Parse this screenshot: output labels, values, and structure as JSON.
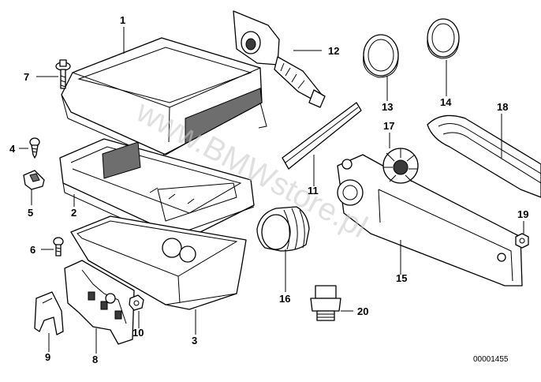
{
  "diagram": {
    "watermark": "www.BMWstore.pl",
    "drawing_code": "00001455",
    "callouts": [
      {
        "id": "c1",
        "label": "1"
      },
      {
        "id": "c2",
        "label": "2"
      },
      {
        "id": "c3",
        "label": "3"
      },
      {
        "id": "c4",
        "label": "4"
      },
      {
        "id": "c5",
        "label": "5"
      },
      {
        "id": "c6",
        "label": "6"
      },
      {
        "id": "c7",
        "label": "7"
      },
      {
        "id": "c8",
        "label": "8"
      },
      {
        "id": "c9",
        "label": "9"
      },
      {
        "id": "c10",
        "label": "10"
      },
      {
        "id": "c11",
        "label": "11"
      },
      {
        "id": "c12",
        "label": "12"
      },
      {
        "id": "c13",
        "label": "13"
      },
      {
        "id": "c14",
        "label": "14"
      },
      {
        "id": "c15",
        "label": "15"
      },
      {
        "id": "c16",
        "label": "16"
      },
      {
        "id": "c17",
        "label": "17"
      },
      {
        "id": "c18",
        "label": "18"
      },
      {
        "id": "c19",
        "label": "19"
      },
      {
        "id": "c20",
        "label": "20"
      }
    ]
  }
}
